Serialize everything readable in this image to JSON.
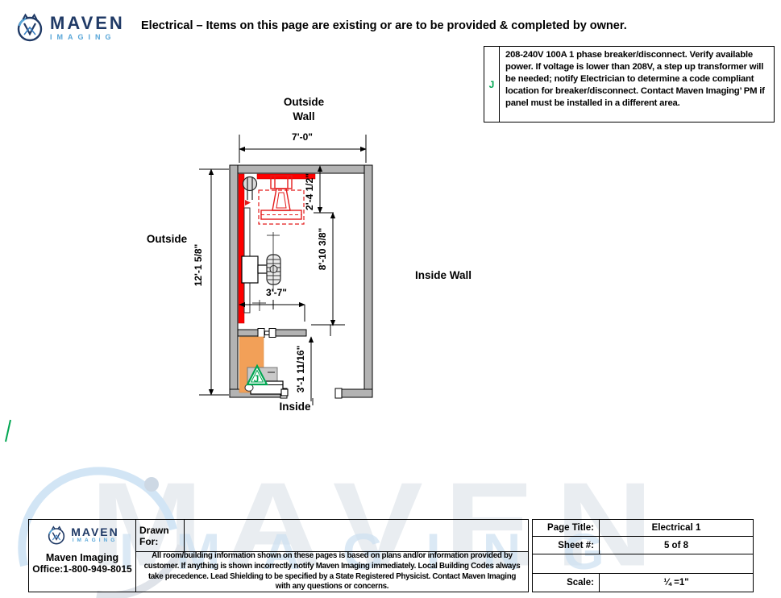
{
  "header": {
    "logo_brand": "MAVEN",
    "logo_sub": "IMAGING",
    "title": "Electrical – Items on this page are existing or are to be provided & completed by owner."
  },
  "note": {
    "ref": "J",
    "text": "208-240V 100A 1 phase breaker/disconnect. Verify available power. If voltage is lower than 208V, a step up transformer will be needed; notify Electrician to determine a code compliant location for breaker/disconnect. Contact Maven Imaging’ PM if panel must be installed in a different area."
  },
  "plan": {
    "labels": {
      "outside_wall_line1": "Outside",
      "outside_wall_line2": "Wall",
      "outside": "Outside",
      "inside_wall": "Inside Wall",
      "inside": "Inside"
    },
    "dimensions": {
      "top_width": "7'-0\"",
      "left_height": "12'-1 5/8\"",
      "detector_offset": "2'-4 1/2\"",
      "room_depth": "8'-10 3/8\"",
      "tube_offset": "3'-7\"",
      "control_depth": "3'-1 11/16\""
    },
    "marker": "J"
  },
  "title_block": {
    "drawn_for_label": "Drawn For:",
    "drawn_for_value": "",
    "disclaimer": "All room/building information shown on these pages is based on plans and/or information provided by customer. If anything is shown incorrectly notify Maven Imaging immediately. Local Building Codes always take precedence. Lead Shielding to be specified by a State Registered Physicist. Contact Maven Imaging with any questions or concerns.",
    "company": {
      "name": "Maven Imaging",
      "office": "Office:1-800-949-8015"
    },
    "fields": [
      {
        "label": "Page Title:",
        "value": "Electrical 1"
      },
      {
        "label": "Sheet #:",
        "value": "5 of 8"
      },
      {
        "label": "",
        "value": ""
      },
      {
        "label": "Scale:",
        "value": "¼ =1\""
      }
    ]
  },
  "watermark": {
    "maven": "MAVEN",
    "imaging": "IMAGING"
  },
  "colors": {
    "shield_red": "#fe0000",
    "wall_gray": "#b3b3b3",
    "desk_orange": "#f2a058",
    "marker_green": "#00a651",
    "logo_navy": "#203a66",
    "logo_blue": "#58a6d8"
  }
}
